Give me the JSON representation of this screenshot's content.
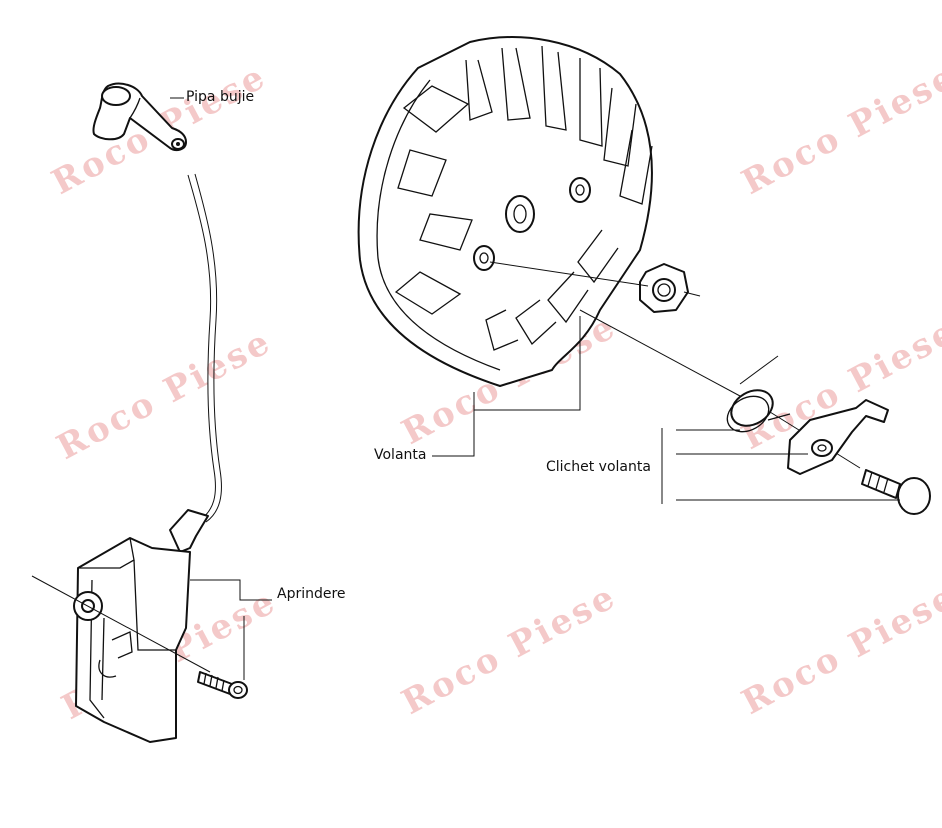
{
  "labels": {
    "spark_cap": "Pipa bujie",
    "flywheel": "Volanta",
    "ratchet": "Clichet volanta",
    "ignition": "Aprindere"
  },
  "watermark": "Roco Piese",
  "colors": {
    "line": "#111111",
    "watermark": "#f4c9c9",
    "background": "#ffffff"
  }
}
